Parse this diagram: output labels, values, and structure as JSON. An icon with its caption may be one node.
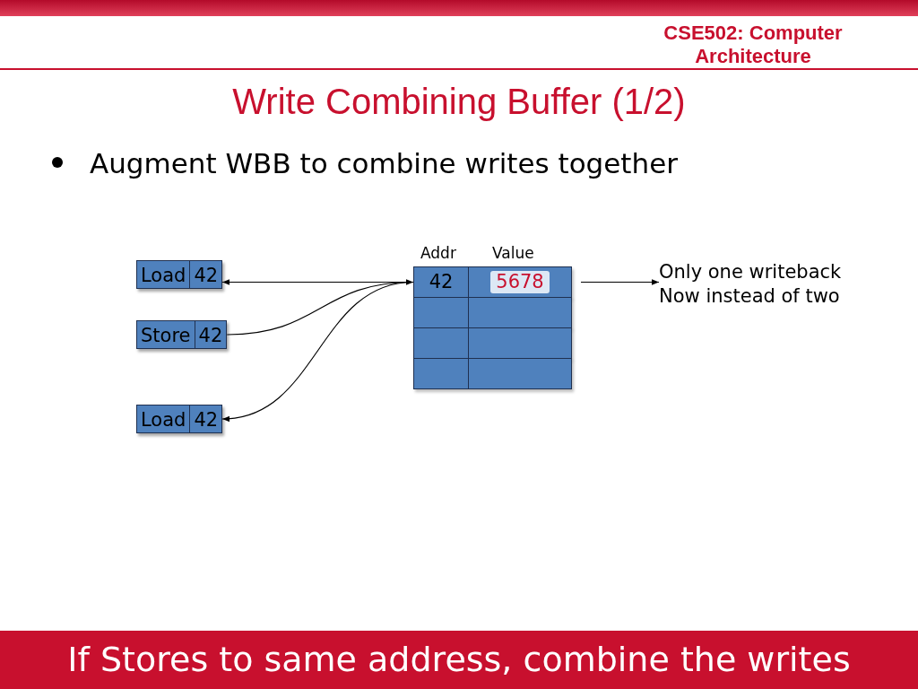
{
  "diagram": {
    "title": "Write Combining Buffer (1/2)",
    "caption": "If Stores to same address, combine the writes",
    "nodes": [
      {
        "text": [
          "Load",
          "42"
        ]
      },
      {
        "text": [
          "Store",
          "42"
        ]
      },
      {
        "text": [
          "Load",
          "42"
        ]
      },
      {
        "text": [
          "Addr",
          "Value"
        ]
      },
      {
        "text": [
          "42",
          "5678"
        ],
        "in": 3
      },
      {
        "text": [],
        "shape": "box",
        "in": 3
      },
      {
        "text": [],
        "shape": "box",
        "in": 3
      },
      {
        "text": [],
        "shape": "box",
        "in": 3
      },
      {
        "text": [
          "Only one writeback Now instead of two"
        ]
      }
    ],
    "edges": [
      {
        "from": 4,
        "to": 0,
        "arrow": "to"
      },
      {
        "from": 1,
        "to": 4,
        "arrow": "to"
      },
      {
        "from": 4,
        "to": 2,
        "arrow": "to"
      },
      {
        "from": 4,
        "to": 8,
        "arrow": "to"
      }
    ],
    "labels": [
      "CSE502: Computer Architecture",
      "Augment WBB to combine writes together"
    ]
  }
}
